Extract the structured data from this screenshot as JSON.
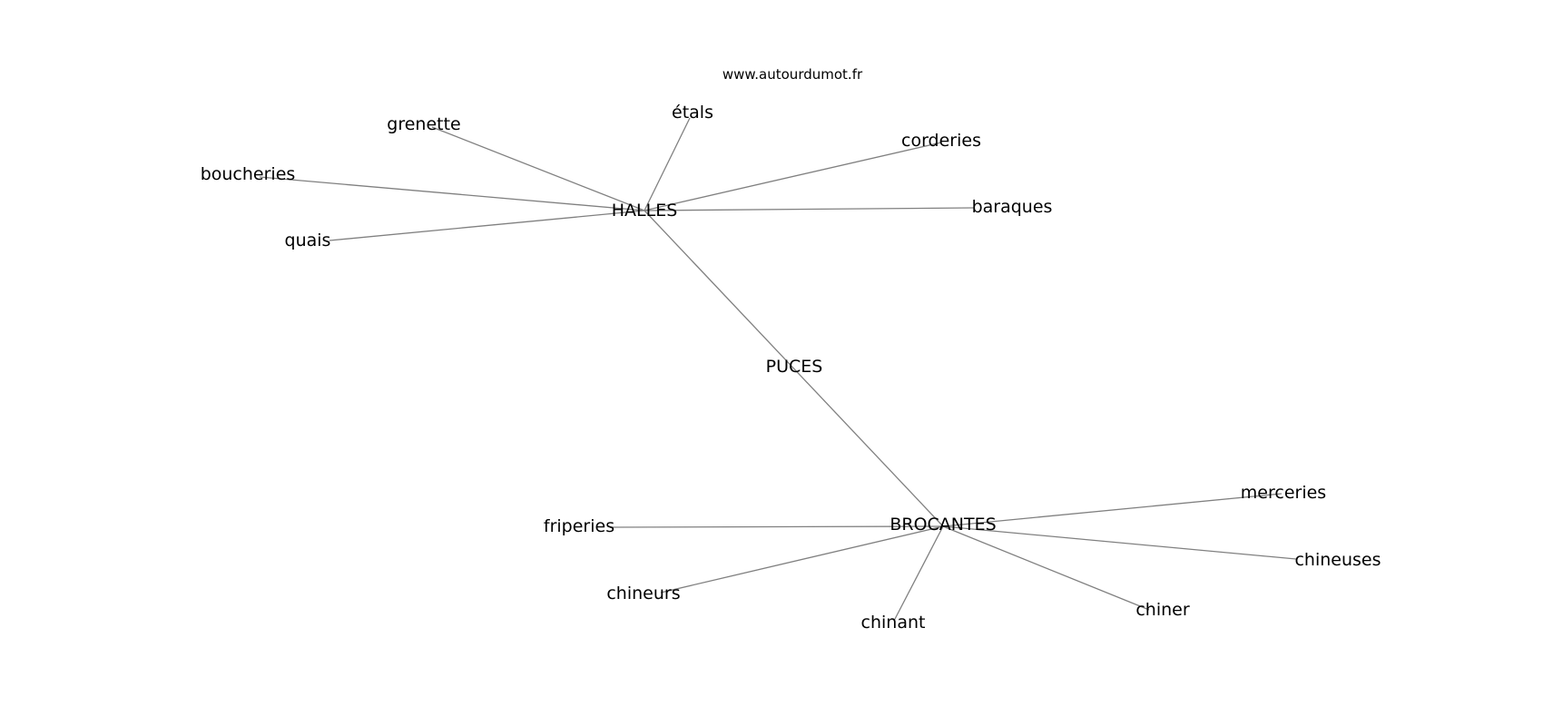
{
  "source": "www.autourdumot.fr",
  "center": "PUCES",
  "edge_color": "#808080",
  "text_color": "#000000",
  "hubs": [
    {
      "label": "HALLES",
      "neighbors": [
        "étals",
        "grenette",
        "corderies",
        "boucheries",
        "baraques",
        "quais"
      ]
    },
    {
      "label": "BROCANTES",
      "neighbors": [
        "merceries",
        "friperies",
        "chineuses",
        "chineurs",
        "chiner",
        "chinant"
      ]
    }
  ]
}
